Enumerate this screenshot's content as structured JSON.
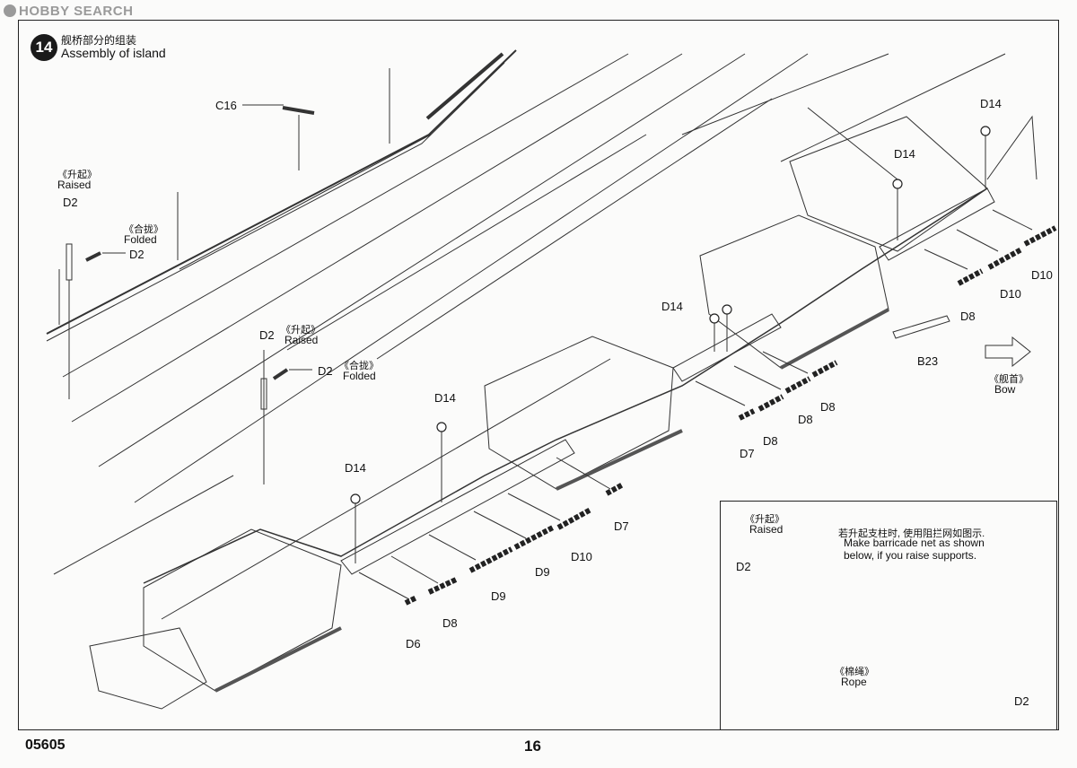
{
  "watermark": "HOBBY SEARCH",
  "step": {
    "number": "14",
    "title_cn": "舰桥部分的组装",
    "title_en": "Assembly of island"
  },
  "labels": {
    "c16": "C16",
    "raised_cn": "《升起》",
    "raised_en": "Raised",
    "folded_cn": "《合拢》",
    "folded_en": "Folded",
    "d2": "D2",
    "d6": "D6",
    "d7": "D7",
    "d8": "D8",
    "d9": "D9",
    "d10": "D10",
    "d14": "D14",
    "b23": "B23",
    "bow_cn": "《舰首》",
    "bow_en": "Bow"
  },
  "inset": {
    "raised_cn": "《升起》",
    "raised_en": "Raised",
    "note_cn": "若升起支柱时, 使用阻拦网如图示.",
    "note_en_1": "Make barricade net as shown",
    "note_en_2": "below, if you raise supports.",
    "d2": "D2",
    "rope_cn": "《棉绳》",
    "rope_en": "Rope"
  },
  "footer": {
    "code": "05605",
    "page": "16"
  }
}
